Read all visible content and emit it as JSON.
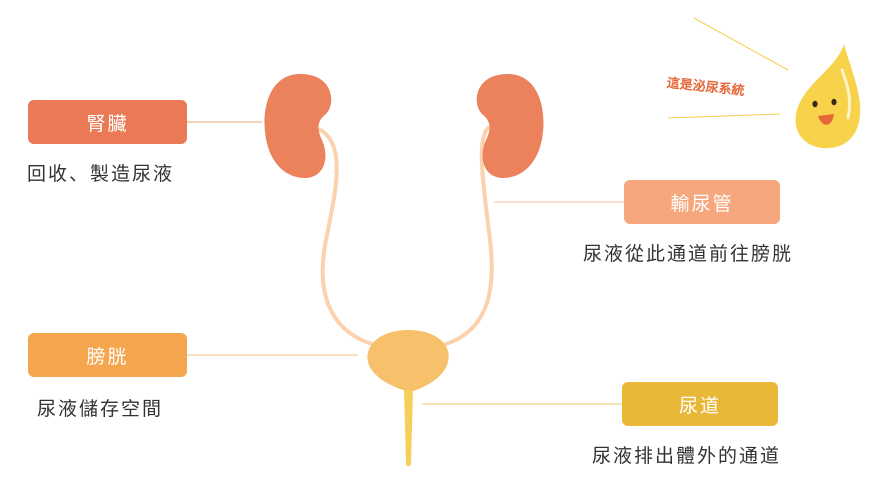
{
  "organs": {
    "kidney": {
      "label": "腎臟",
      "desc": "回收、製造尿液",
      "color": "#ea7a55"
    },
    "ureter": {
      "label": "輸尿管",
      "desc": "尿液從此通道前往膀胱",
      "color": "#f6a77e"
    },
    "bladder": {
      "label": "膀胱",
      "desc": "尿液儲存空間",
      "color": "#f4a64f"
    },
    "urethra": {
      "label": "尿道",
      "desc": "尿液排出體外的通道",
      "color": "#e9b838"
    }
  },
  "mascot": {
    "tagline": "這是泌尿系統",
    "icon": "droplet-mascot-icon",
    "color": "#f7d24a"
  },
  "colors": {
    "kidney_fill": "#ec825c",
    "tube": "#fbd2ad",
    "bladder_fill": "#f7c06a",
    "urethra_fill": "#f5cf57",
    "connector": "#f0c29a"
  }
}
